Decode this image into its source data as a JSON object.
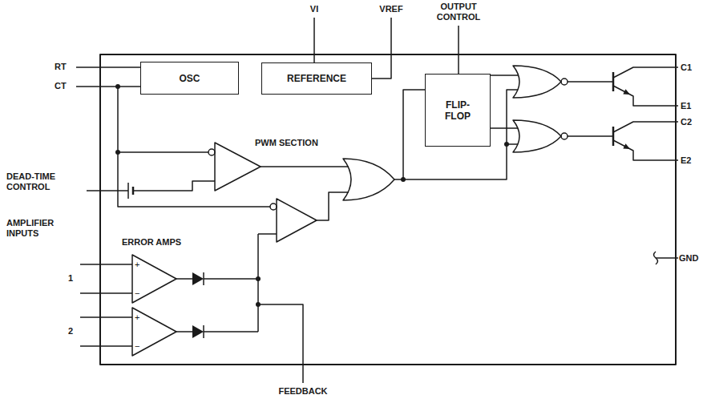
{
  "diagram": {
    "nodes": [
      {
        "text": [
          "OSC"
        ]
      },
      {
        "text": [
          "REFERENCE"
        ]
      },
      {
        "text": [
          "FLIP-FLOP"
        ]
      }
    ],
    "labels": [
      "RT",
      "CT",
      "VI",
      "VREF",
      "OUTPUT CONTROL",
      "PWM SECTION",
      "DEAD-TIME CONTROL",
      "AMPLIFIER INPUTS",
      "ERROR AMPS",
      "+",
      "−",
      "1",
      "+",
      "−",
      "2",
      "FEEDBACK",
      "C1",
      "E1",
      "C2",
      "E2",
      "GND"
    ]
  }
}
